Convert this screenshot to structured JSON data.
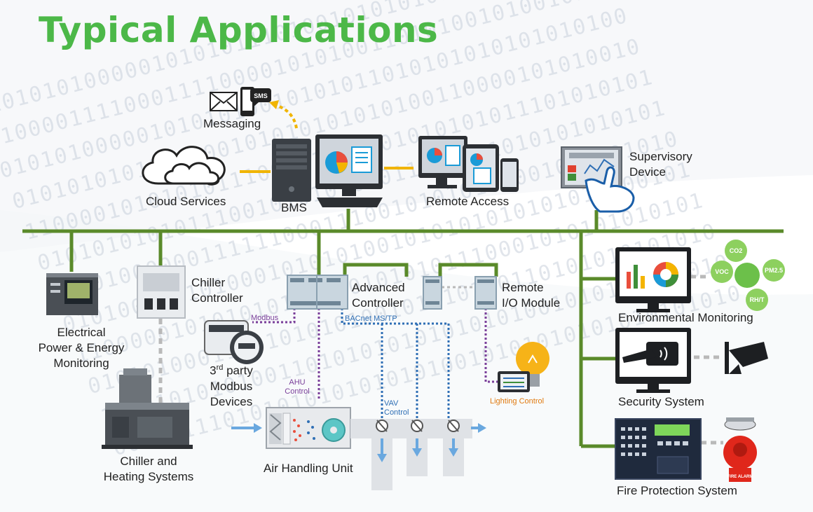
{
  "title": "Typical Applications",
  "binary_backdrop": [
    "0101010100000101010111010010101010101010001010",
    "1100001111000111100001010100110101001010010101",
    "0101010000010101010010101011010101010101010100",
    "0101010101110000101010101010100110000101010010",
    "1100001010101011100001010101010101011101010101",
    "0101010101011100101010100011000101010101010101",
    "1010100000011111100011100101010101001010101010",
    "0101001011010001010101001010101010101010100101",
    "1100000101010101000101010101110001010101010101",
    "0101010001110101010100101010100110101010101010",
    "1010101010100110101010101010101001010101011010",
    "0001011101010101010101010010101010101010101010"
  ],
  "nodes": {
    "messaging": "Messaging",
    "sms": "SMS",
    "cloud_services": "Cloud Services",
    "bms": "BMS",
    "remote_access": "Remote Access",
    "supervisory_device": [
      "Supervisory",
      "Device"
    ],
    "electrical": [
      "Electrical",
      "Power & Energy",
      "Monitoring"
    ],
    "chiller_controller": [
      "Chiller",
      "Controller"
    ],
    "advanced_controller": [
      "Advanced",
      "Controller"
    ],
    "remote_io": [
      "Remote",
      "I/O Module"
    ],
    "third_party": {
      "pre": "3",
      "sup": "rd",
      "post": " party",
      "lines": [
        "Modbus",
        "Devices"
      ]
    },
    "chiller_heating": [
      "Chiller and",
      "Heating Systems"
    ],
    "ahu": "Air Handling Unit",
    "lighting_control": "Lighting Control",
    "environmental": "Environmental Monitoring",
    "security": "Security System",
    "fire": "Fire Protection System",
    "env_badges": {
      "co2": "CO2",
      "voc": "VOC",
      "pm": "PM2.5",
      "rh": "RH/T"
    },
    "fire_alarm": "FIRE ALARM"
  },
  "links": {
    "modbus": "Modbus",
    "bacnet": "BACnet MS/TP",
    "ahu_control": [
      "AHU",
      "Control"
    ],
    "vav_control": [
      "VAV",
      "Control"
    ]
  },
  "colors": {
    "title": "#4cb848",
    "bus": "#5a8a2a",
    "link_yellow": "#f0b400",
    "purple": "#7a3f9a",
    "blue": "#2f6fb5",
    "gray_dash": "#b9b9b9"
  }
}
